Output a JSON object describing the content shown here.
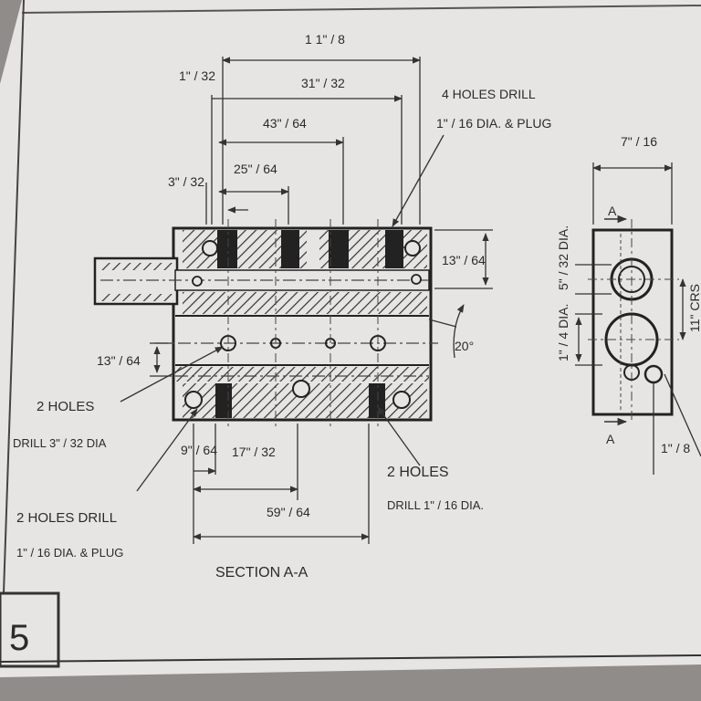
{
  "sheet": {
    "problem_number": "5",
    "section_title": "SECTION A-A"
  },
  "dimensions": {
    "overall_width": "1 1\" / 8",
    "d_1_32": "1\" / 32",
    "d_31_32": "31\" / 32",
    "d_43_64": "43\" / 64",
    "d_25_64": "25\" / 64",
    "d_3_32": "3\" / 32",
    "d_13_64_right": "13\" / 64",
    "d_13_64_left": "13\" / 64",
    "angle": "20°",
    "d_9_64": "9\" / 64",
    "d_17_32": "17\" / 32",
    "d_59_64": "59\" / 64",
    "side_7_16": "7\" / 16",
    "side_5_32": "5\" / 32 DIA.",
    "side_1_4": "1\" / 4 DIA.",
    "side_11_crs": "11\" CRS",
    "side_1_8": "1\" / 8"
  },
  "notes": {
    "top_right_line1": "4 HOLES DRILL",
    "top_right_line2": "1\" / 16 DIA. & PLUG",
    "left_upper_line1": "2 HOLES",
    "left_upper_line2": "DRILL 3\" / 32 DIA",
    "left_lower_line1": "2 HOLES DRILL",
    "left_lower_line2": "1\" / 16 DIA. & PLUG",
    "bottom_right_line1": "2 HOLES",
    "bottom_right_line2": "DRILL 1\" / 16 DIA."
  },
  "section_marks": {
    "top": "A",
    "bottom": "A"
  }
}
